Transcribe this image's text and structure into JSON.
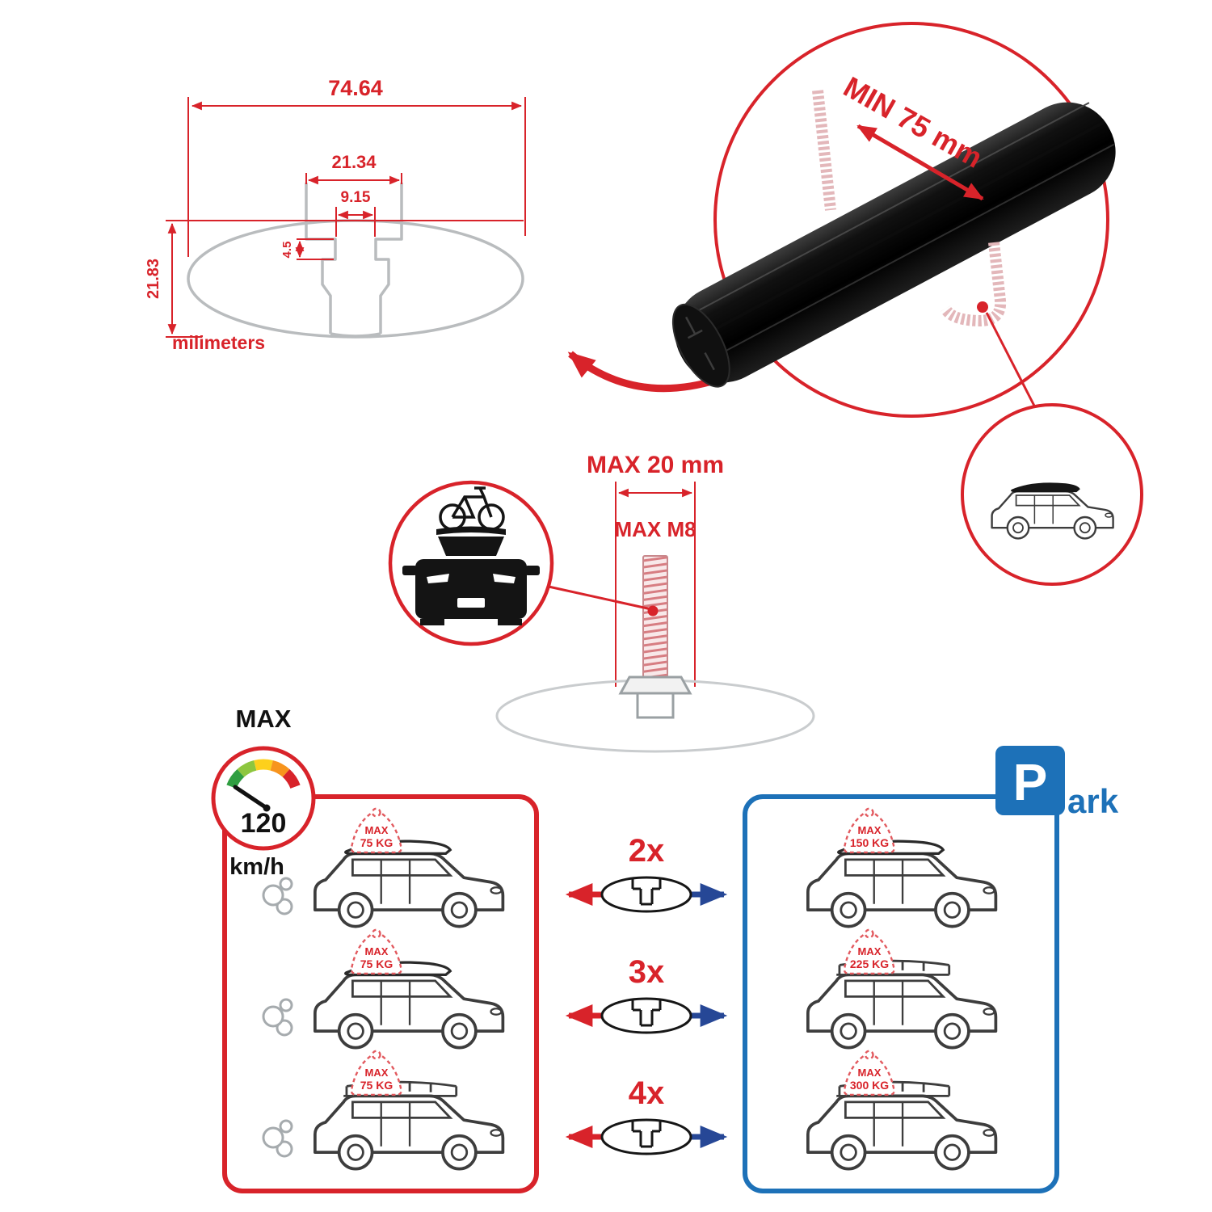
{
  "colors": {
    "accent_red": "#d8232a",
    "accent_blue": "#1d71b8",
    "arrow_blue": "#264796",
    "drawing_gray": "#b9bcbe",
    "bar_black": "#0a0a0a"
  },
  "tech_drawing": {
    "dim_total_width": "74.64",
    "dim_channel_width": "21.34",
    "dim_slot_width": "9.15",
    "dim_lip_height": "4.5",
    "dim_total_height": "21.83",
    "units_label": "milimeters"
  },
  "bar_detail": {
    "min_spacing_label": "MIN 75 mm"
  },
  "bolt_detail": {
    "max_width_label": "MAX 20 mm",
    "max_thread_label": "MAX M8"
  },
  "speed_limit": {
    "title": "MAX",
    "value": "120",
    "units": "km/h"
  },
  "dynamic_panel": {
    "cars": [
      {
        "tag_line1": "MAX",
        "tag_line2": "75 KG"
      },
      {
        "tag_line1": "MAX",
        "tag_line2": "75 KG"
      },
      {
        "tag_line1": "MAX",
        "tag_line2": "75 KG"
      }
    ]
  },
  "bar_counts": [
    {
      "label": "2x"
    },
    {
      "label": "3x"
    },
    {
      "label": "4x"
    }
  ],
  "park_panel": {
    "sign_p": "P",
    "sign_suffix": "ark",
    "cars": [
      {
        "tag_line1": "MAX",
        "tag_line2": "150 KG"
      },
      {
        "tag_line1": "MAX",
        "tag_line2": "225 KG"
      },
      {
        "tag_line1": "MAX",
        "tag_line2": "300 KG"
      }
    ]
  }
}
